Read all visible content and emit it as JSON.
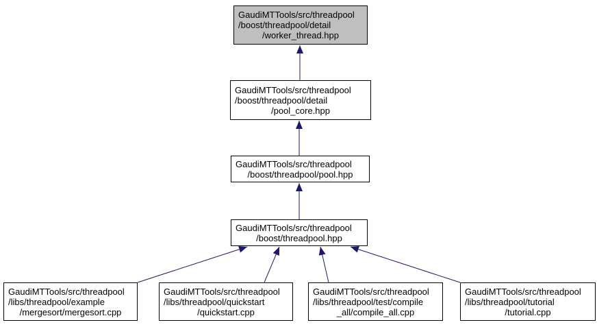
{
  "graph": {
    "kind": "include-dependency-graph",
    "colors": {
      "edge": "#191970",
      "node_border": "#000000",
      "node_fill": "#ffffff",
      "highlight_fill": "#bfbfbf",
      "text": "#000000",
      "background": "#ffffff"
    },
    "nodes": [
      {
        "id": "worker_thread_hpp",
        "emphasis": true,
        "lines": [
          "GaudiMTTools/src/threadpool",
          "/boost/threadpool/detail",
          "/worker_thread.hpp"
        ]
      },
      {
        "id": "pool_core_hpp",
        "emphasis": false,
        "lines": [
          "GaudiMTTools/src/threadpool",
          "/boost/threadpool/detail",
          "/pool_core.hpp"
        ]
      },
      {
        "id": "pool_hpp",
        "emphasis": false,
        "lines": [
          "GaudiMTTools/src/threadpool",
          "/boost/threadpool/pool.hpp"
        ]
      },
      {
        "id": "threadpool_hpp",
        "emphasis": false,
        "lines": [
          "GaudiMTTools/src/threadpool",
          "/boost/threadpool.hpp"
        ]
      },
      {
        "id": "mergesort_cpp",
        "emphasis": false,
        "lines": [
          "GaudiMTTools/src/threadpool",
          "/libs/threadpool/example",
          "/mergesort/mergesort.cpp"
        ]
      },
      {
        "id": "quickstart_cpp",
        "emphasis": false,
        "lines": [
          "GaudiMTTools/src/threadpool",
          "/libs/threadpool/quickstart",
          "/quickstart.cpp"
        ]
      },
      {
        "id": "compile_all_cpp",
        "emphasis": false,
        "lines": [
          "GaudiMTTools/src/threadpool",
          "/libs/threadpool/test/compile",
          "_all/compile_all.cpp"
        ]
      },
      {
        "id": "tutorial_cpp",
        "emphasis": false,
        "lines": [
          "GaudiMTTools/src/threadpool",
          "/libs/threadpool/tutorial",
          "/tutorial.cpp"
        ]
      }
    ],
    "edges": [
      {
        "from": "pool_core_hpp",
        "to": "worker_thread_hpp"
      },
      {
        "from": "pool_hpp",
        "to": "pool_core_hpp"
      },
      {
        "from": "threadpool_hpp",
        "to": "pool_hpp"
      },
      {
        "from": "mergesort_cpp",
        "to": "threadpool_hpp"
      },
      {
        "from": "quickstart_cpp",
        "to": "threadpool_hpp"
      },
      {
        "from": "compile_all_cpp",
        "to": "threadpool_hpp"
      },
      {
        "from": "tutorial_cpp",
        "to": "threadpool_hpp"
      }
    ]
  }
}
